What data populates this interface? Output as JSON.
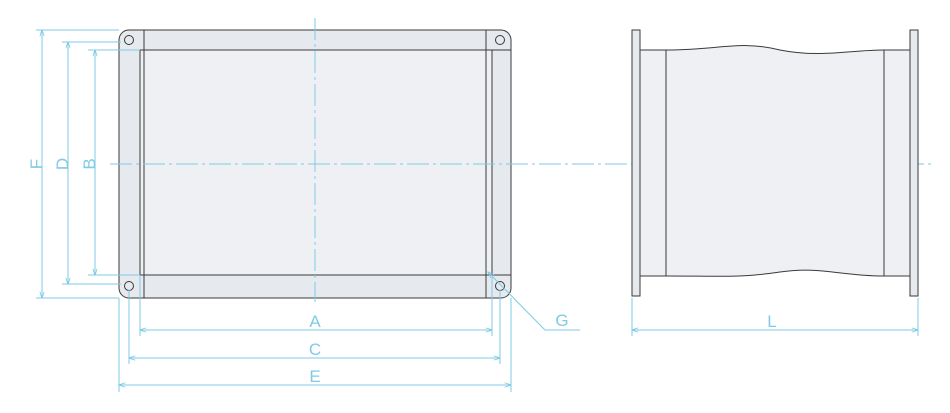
{
  "labels": {
    "A": "A",
    "B": "B",
    "C": "C",
    "D": "D",
    "E": "E",
    "F": "F",
    "G": "G",
    "L": "L"
  },
  "colors": {
    "dimension": "#7fcbe6",
    "outline": "#3a3a3a",
    "panel": "#eef0f3"
  }
}
